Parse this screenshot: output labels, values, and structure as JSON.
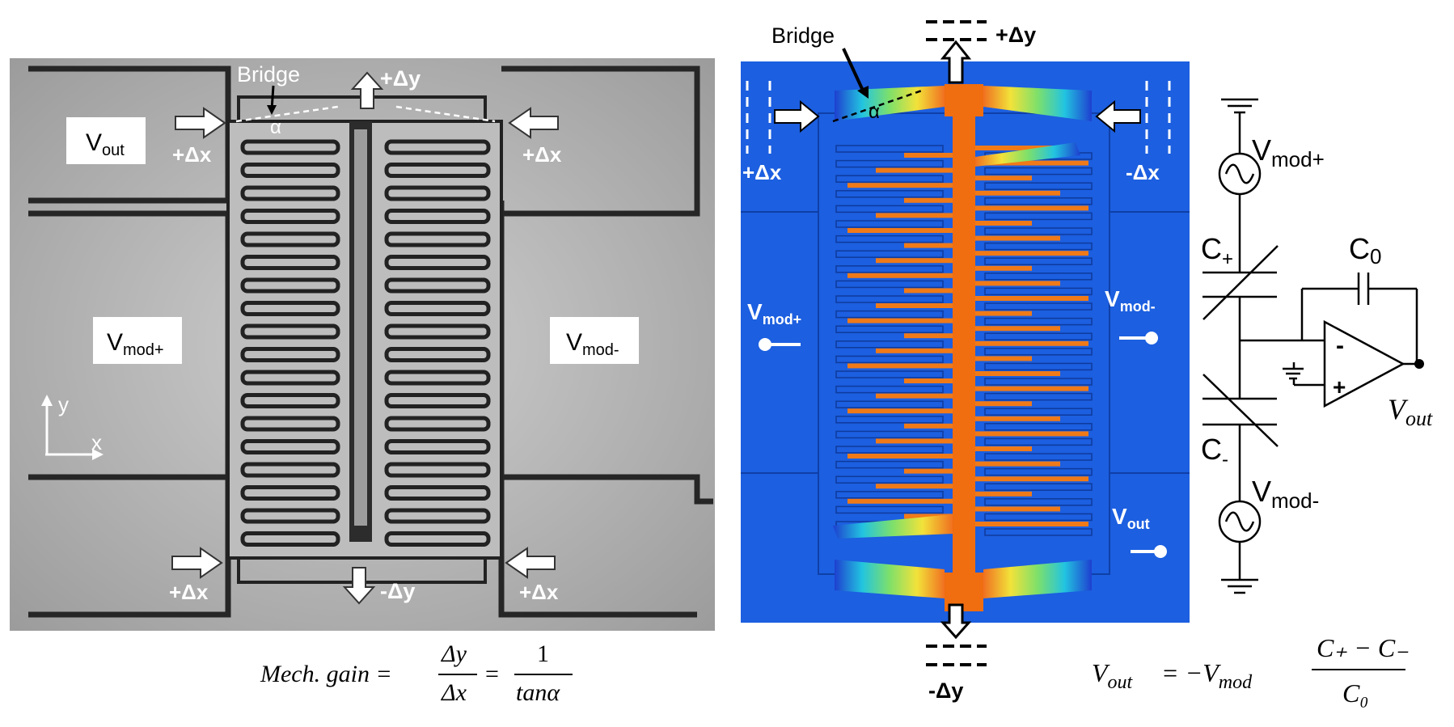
{
  "sem_panel": {
    "bridge_label": "Bridge",
    "alpha_label": "α",
    "dy_top": "+Δy",
    "dy_bottom": "-Δy",
    "dx_top_left": "+Δx",
    "dx_top_right": "+Δx",
    "dx_bottom_left": "+Δx",
    "dx_bottom_right": "+Δx",
    "v_out_main": "V",
    "v_out_sub": "out",
    "v_mod_plus_main": "V",
    "v_mod_plus_sub": "mod+",
    "v_mod_minus_main": "V",
    "v_mod_minus_sub": "mod-",
    "axis_y": "y",
    "axis_x": "x"
  },
  "sim_panel": {
    "bridge_label": "Bridge",
    "alpha_label": "α",
    "dy_top": "+Δy",
    "dy_bottom": "-Δy",
    "dx_left": "+Δx",
    "dx_right": "-Δx",
    "v_mod_plus_main": "V",
    "v_mod_plus_sub": "mod+",
    "v_mod_minus_main": "V",
    "v_mod_minus_sub": "mod-",
    "v_out_main": "V",
    "v_out_sub": "out"
  },
  "circuit": {
    "v_mod_plus_main": "V",
    "v_mod_plus_sub": "mod+",
    "v_mod_minus_main": "V",
    "v_mod_minus_sub": "mod-",
    "c_plus_main": "C",
    "c_plus_sub": "+",
    "c_minus_main": "C",
    "c_minus_sub": "-",
    "c0_main": "C",
    "c0_sub": "0",
    "opamp_minus": "-",
    "opamp_plus": "+",
    "v_out_main": "V",
    "v_out_sub": "out"
  },
  "equations": {
    "gain_lhs": "Mech. gain =",
    "gain_num": "Δy",
    "gain_den": "Δx",
    "gain_eq": "=",
    "gain_num2": "1",
    "gain_den2": "tanα",
    "vout_lhs_main": "V",
    "vout_lhs_sub": "out",
    "vout_eq": "= −V",
    "vout_mod_sub": "mod",
    "vout_num": "C₊ − C₋",
    "vout_den": "C₀"
  },
  "colors": {
    "sem_bg": "#a9a9a9",
    "sem_dark": "#2b2b2b",
    "sim_blue": "#1c5fe0",
    "sim_orange": "#f06d10",
    "white": "#ffffff",
    "black": "#000000"
  }
}
